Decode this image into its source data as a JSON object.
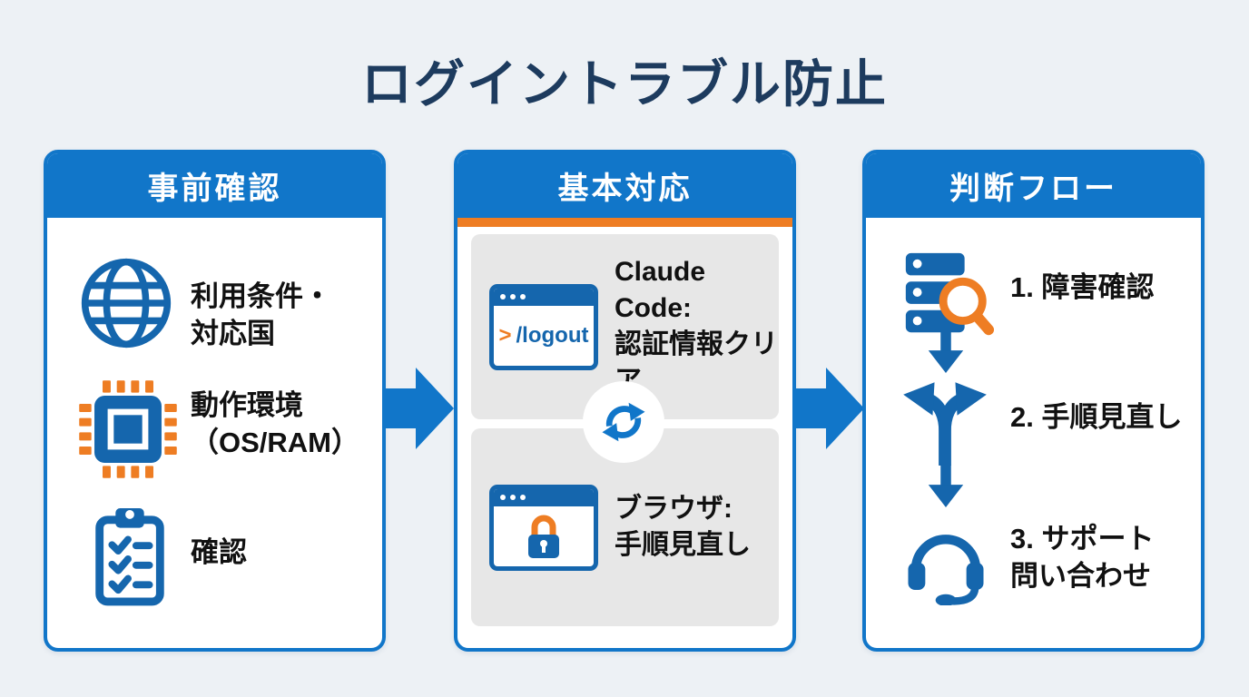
{
  "title": "ログイントラブル防止",
  "colors": {
    "background": "#edf1f5",
    "primary_blue": "#1176c9",
    "icon_blue": "#1566ad",
    "accent_orange": "#ee7d23",
    "title_navy": "#1d3b5e",
    "card_gray": "#e7e7e7",
    "text_black": "#111111"
  },
  "panels": {
    "precheck": {
      "header": "事前確認",
      "items": [
        {
          "icon": "globe-icon",
          "label": "利用条件・\n対応国"
        },
        {
          "icon": "cpu-icon",
          "label": "動作環境\n（OS/RAM）"
        },
        {
          "icon": "checklist-icon",
          "label": "確認"
        }
      ]
    },
    "basic": {
      "header": "基本対応",
      "cards": [
        {
          "icon": "terminal-window-icon",
          "terminal_prompt": ">",
          "terminal_command": "/logout",
          "label": "Claude Code:\n認証情報クリア"
        },
        {
          "icon": "browser-lock-icon",
          "label": "ブラウザ:\n手順見直し"
        }
      ],
      "connector_icon": "refresh-icon"
    },
    "flow": {
      "header": "判断フロー",
      "steps": [
        {
          "icon": "server-search-icon",
          "label": "1. 障害確認"
        },
        {
          "icon": "fork-arrows-icon",
          "label": "2. 手順見直し"
        },
        {
          "icon": "headset-icon",
          "label": "3. サポート\n問い合わせ"
        }
      ],
      "step_connector_icon": "down-arrow-icon"
    },
    "panel_connector_icon": "right-arrow-icon"
  }
}
